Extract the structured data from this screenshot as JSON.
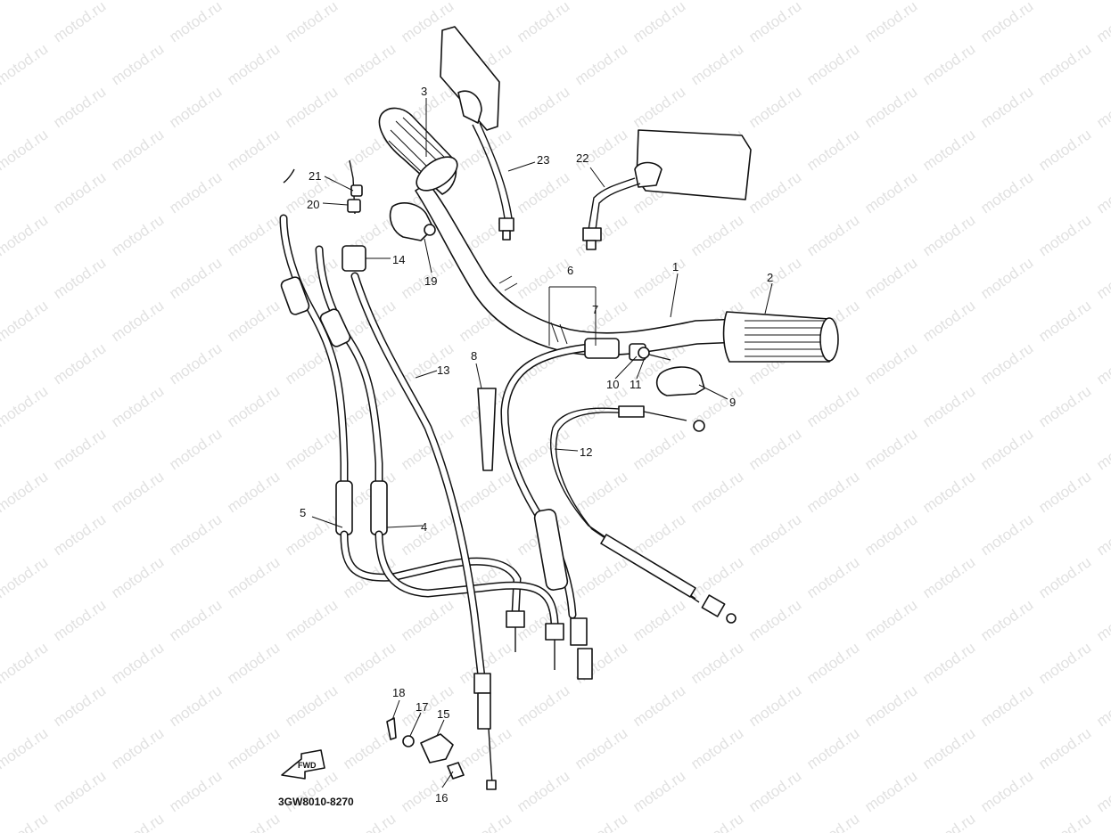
{
  "watermark": "motod.ru",
  "diagram_code": "3GW8010-8270",
  "fwd_label": "FWD",
  "callouts": [
    {
      "id": "1",
      "label": "1"
    },
    {
      "id": "2",
      "label": "2"
    },
    {
      "id": "3",
      "label": "3"
    },
    {
      "id": "4",
      "label": "4"
    },
    {
      "id": "5",
      "label": "5"
    },
    {
      "id": "6",
      "label": "6"
    },
    {
      "id": "7",
      "label": "7"
    },
    {
      "id": "8",
      "label": "8"
    },
    {
      "id": "9",
      "label": "9"
    },
    {
      "id": "10",
      "label": "10"
    },
    {
      "id": "11",
      "label": "11"
    },
    {
      "id": "12",
      "label": "12"
    },
    {
      "id": "13",
      "label": "13"
    },
    {
      "id": "14",
      "label": "14"
    },
    {
      "id": "15",
      "label": "15"
    },
    {
      "id": "16",
      "label": "16"
    },
    {
      "id": "17",
      "label": "17"
    },
    {
      "id": "18",
      "label": "18"
    },
    {
      "id": "19",
      "label": "19"
    },
    {
      "id": "20",
      "label": "20"
    },
    {
      "id": "21",
      "label": "21"
    },
    {
      "id": "22",
      "label": "22"
    },
    {
      "id": "23",
      "label": "23"
    }
  ],
  "colors": {
    "line": "#111111",
    "background": "#ffffff",
    "watermark": "#c9c9c9"
  }
}
